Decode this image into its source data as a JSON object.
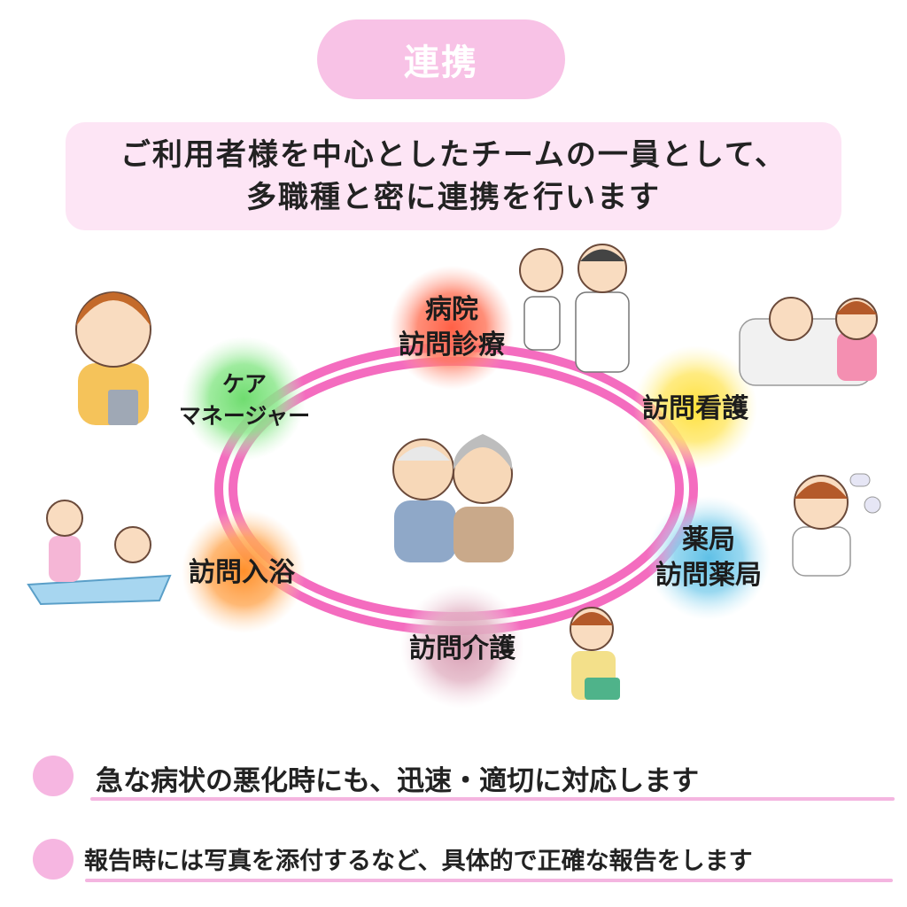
{
  "title": "連携",
  "subtitle": {
    "line1": "ご利用者様を中心としたチームの一員として、",
    "line2": "多職種と密に連携を行います"
  },
  "nodes": {
    "hospital": {
      "line1": "病院",
      "line2": "訪問診療",
      "color": "#ff6b4f"
    },
    "care_manager": {
      "line1": "ケア",
      "line2": "マネージャー",
      "color": "#7ee07e"
    },
    "nursing": {
      "line1": "訪問看護",
      "color": "#ffe24d"
    },
    "pharmacy": {
      "line1": "薬局",
      "line2": "訪問薬局",
      "color": "#6cc6e8"
    },
    "bathing": {
      "line1": "訪問入浴",
      "color": "#ff9a3c"
    },
    "care": {
      "line1": "訪問介護",
      "color": "#d7a1b6"
    }
  },
  "bullets": [
    "急な病状の悪化時にも、迅速・適切に対応します",
    "報告時には写真を添付するなど、具体的で正確な報告をします"
  ],
  "colors": {
    "accent": "#f772c4",
    "ring": "#f46cbf",
    "pill": "#f8c2e6"
  }
}
